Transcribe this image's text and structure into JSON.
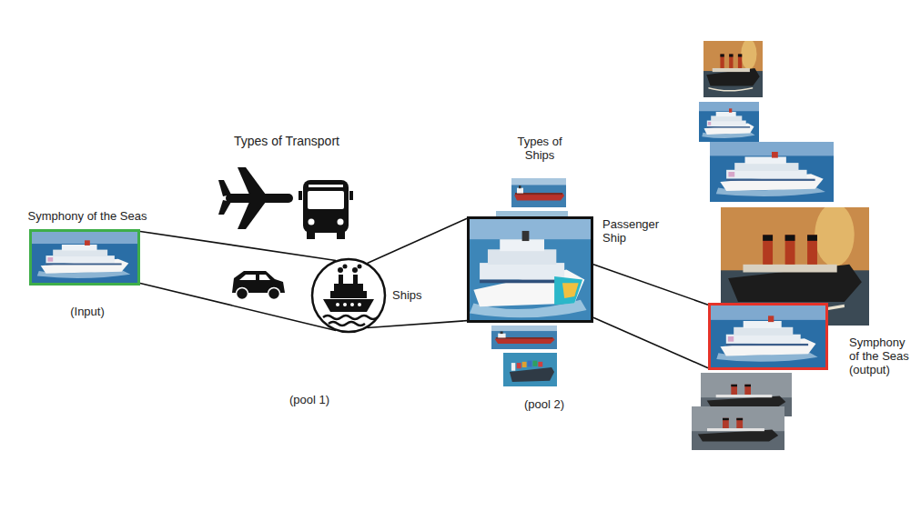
{
  "diagram": {
    "nodes": [
      {
        "text": [
          "Symphony of the Seas",
          "(Input)"
        ]
      },
      {
        "text": [
          "Types of Transport",
          "(pool 1)"
        ]
      },
      {
        "text": [
          "Ships"
        ],
        "in": 1
      },
      {
        "text": [
          "Types of Ships",
          "(pool 2)"
        ]
      },
      {
        "text": [
          "Passenger Ship"
        ],
        "in": 3
      },
      {
        "text": [
          "Symphony of the Seas (output)"
        ]
      }
    ],
    "edges": [
      {
        "from": 0,
        "to": 2,
        "arrow": "none"
      },
      {
        "from": 2,
        "to": 4,
        "arrow": "none"
      },
      {
        "from": 4,
        "to": 5,
        "arrow": "none"
      }
    ]
  }
}
